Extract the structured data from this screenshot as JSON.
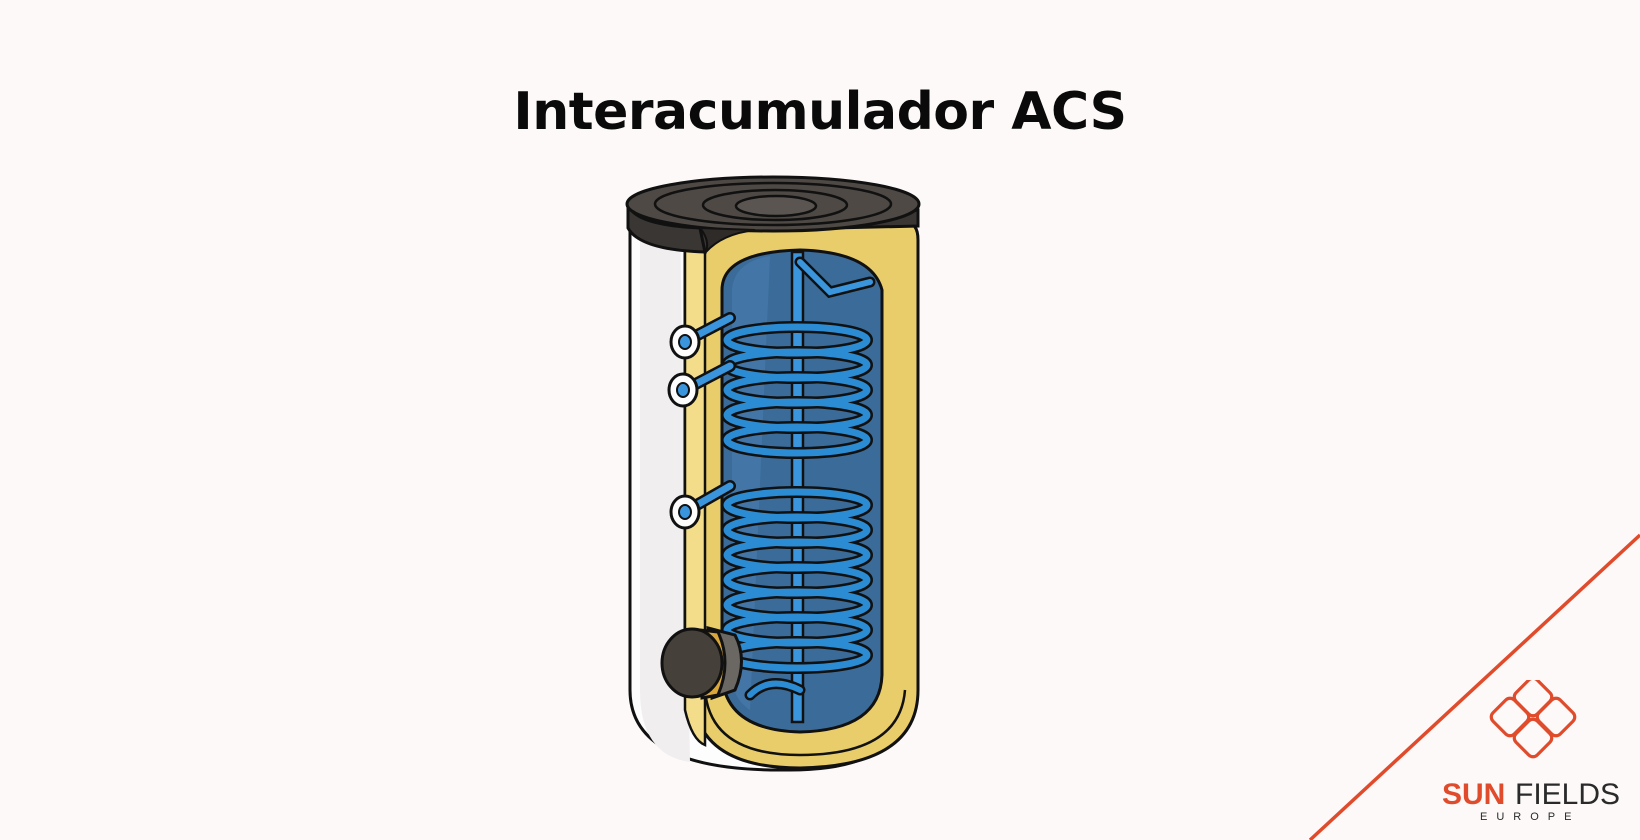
{
  "title": "Interacumulador ACS",
  "brand": {
    "name_part1": "SUN",
    "name_part2": "FIELDS",
    "tagline": "EUROPE"
  },
  "colors": {
    "background": "#fcf9f8",
    "accent": "#e04b2c",
    "insulation": "#e8cd6a",
    "water": "#3b6c99",
    "coil": "#2b8cd4",
    "lid": "#4e4944",
    "shell": "#fdfdfd",
    "outline": "#111111"
  },
  "icons": {
    "tank": "water-heater-cutaway",
    "logo": "interlocking-diamonds-logo"
  }
}
